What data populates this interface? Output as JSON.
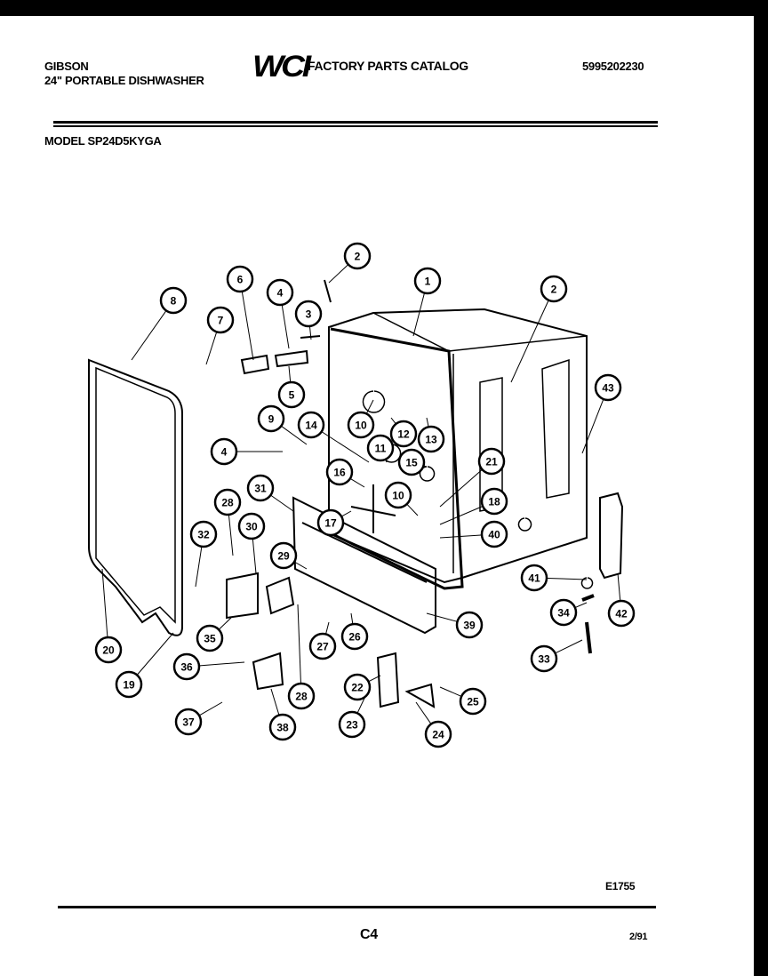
{
  "header": {
    "brand": "GIBSON",
    "product": "24\" PORTABLE DISHWASHER",
    "logo": "WCI",
    "catalog_title": "FACTORY PARTS CATALOG",
    "catalog_number": "5995202230",
    "model": "MODEL  SP24D5KYGA"
  },
  "footer": {
    "drawing_code": "E1755",
    "page": "C4",
    "date": "2/91"
  },
  "callouts": [
    "2",
    "1",
    "2",
    "6",
    "4",
    "3",
    "7",
    "8",
    "43",
    "5",
    "10",
    "12",
    "13",
    "11",
    "9",
    "14",
    "4",
    "15",
    "21",
    "16",
    "10",
    "18",
    "31",
    "17",
    "40",
    "28",
    "30",
    "32",
    "29",
    "41",
    "34",
    "42",
    "39",
    "26",
    "27",
    "35",
    "33",
    "20",
    "19",
    "36",
    "22",
    "25",
    "28",
    "37",
    "38",
    "23",
    "24"
  ]
}
